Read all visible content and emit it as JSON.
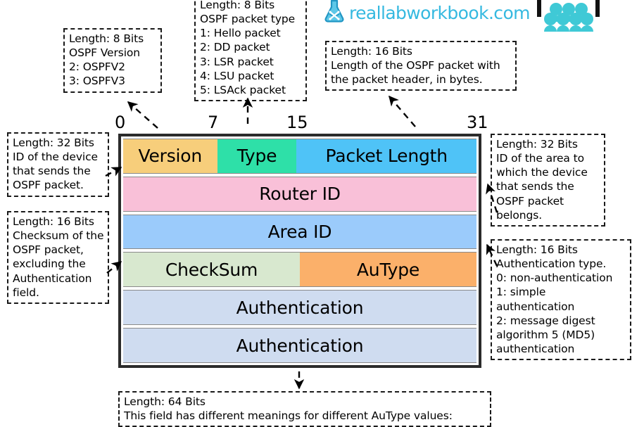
{
  "brand": {
    "name": "reallabworkbook.com",
    "color": "#35b9e0",
    "flask_icon": "flask-icon",
    "classroom_icon": "classroom-icon"
  },
  "bit_ruler": {
    "labels": [
      "0",
      "7",
      "15",
      "31"
    ]
  },
  "packet": {
    "title": "OSPF packet header",
    "rows": [
      {
        "cells": [
          {
            "label": "Version",
            "color": "#f7ce7b",
            "width_pct": 26.6
          },
          {
            "label": "Type",
            "color": "#2ee0a8",
            "width_pct": 22.5
          },
          {
            "label": "Packet Length",
            "color": "#4fc3f7",
            "width_pct": 50.9
          }
        ]
      },
      {
        "cells": [
          {
            "label": "Router ID",
            "color": "#f9c0d8",
            "width_pct": 100
          }
        ]
      },
      {
        "cells": [
          {
            "label": "Area ID",
            "color": "#9bcbfb",
            "width_pct": 100
          }
        ]
      },
      {
        "cells": [
          {
            "label": "CheckSum",
            "color": "#d8e8cf",
            "width_pct": 50
          },
          {
            "label": "AuType",
            "color": "#fbb06a",
            "width_pct": 50
          }
        ]
      },
      {
        "cells": [
          {
            "label": "Authentication",
            "color": "#cfdcf0",
            "width_pct": 100
          }
        ]
      },
      {
        "cells": [
          {
            "label": "Authentication",
            "color": "#cfdcf0",
            "width_pct": 100
          }
        ]
      }
    ]
  },
  "callouts": {
    "version": "Length: 8 Bits\nOSPF Version\n2: OSPFV2\n3: OSPFV3",
    "type": "Length: 8 Bits\nOSPF packet type\n1: Hello packet\n2: DD packet\n3: LSR packet\n4: LSU packet\n5: LSAck packet",
    "packet_length": "Length: 16 Bits\nLength of the OSPF packet with\nthe packet header, in bytes.",
    "router_id": "Length: 32 Bits\nID of the device\nthat sends the\nOSPF packet.",
    "checksum": "Length: 16 Bits\nChecksum of the\nOSPF packet,\nexcluding the\nAuthentication\nfield.",
    "area_id": "Length: 32 Bits\nID of the area to\nwhich the device\nthat sends the\nOSPF packet\nbelongs.",
    "autype": "Length: 16 Bits\nAuthentication type.\n0: non-authentication\n1: simple authentication\n2: message digest\nalgorithm 5 (MD5)\nauthentication",
    "authentication": "Length: 64 Bits\nThis field has different meanings for different AuType values:"
  }
}
